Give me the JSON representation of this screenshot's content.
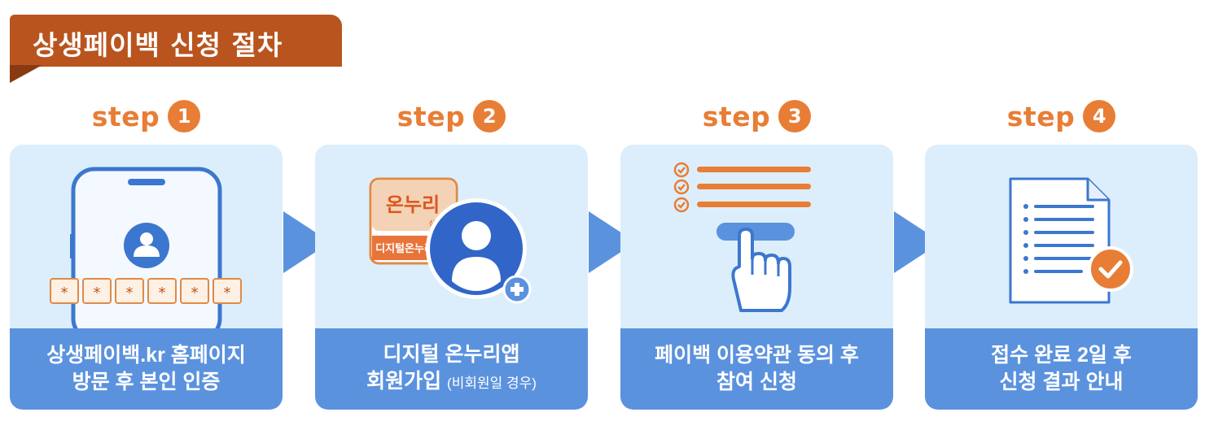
{
  "title": "상생페이백 신청 절차",
  "colors": {
    "banner": "#b9541f",
    "accent": "#e87d35",
    "card_bg": "#dceefb",
    "card_foot": "#5b92de"
  },
  "steps": [
    {
      "word": "step",
      "num": "1",
      "line1": "상생페이백.kr 홈페이지",
      "line2": "방문 후 본인 인증",
      "line2_small": "",
      "icon": "phone-login-icon",
      "password_mask": "*"
    },
    {
      "word": "step",
      "num": "2",
      "line1": "디지털 온누리앱",
      "line2": "회원가입",
      "line2_small": "(비회원일 경우)",
      "icon": "onnuri-signup-icon",
      "logo_main": "온누리",
      "logo_sub": "상품권",
      "logo_tag": "디지털온누리"
    },
    {
      "word": "step",
      "num": "3",
      "line1": "페이백 이용약관 동의 후",
      "line2": "참여 신청",
      "line2_small": "",
      "icon": "checklist-tap-icon"
    },
    {
      "word": "step",
      "num": "4",
      "line1": "접수 완료 2일 후",
      "line2": "신청 결과 안내",
      "line2_small": "",
      "icon": "document-check-icon"
    }
  ]
}
